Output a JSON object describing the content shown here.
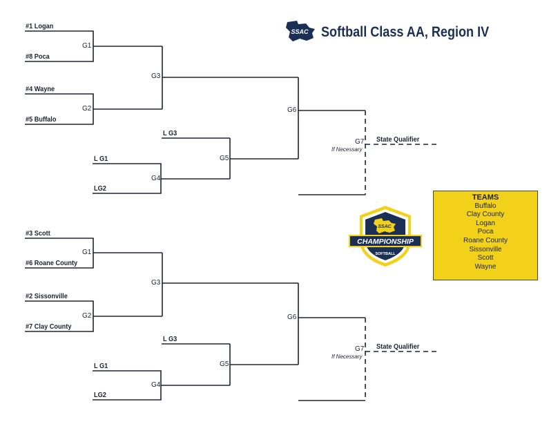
{
  "title": "Softball Class AA, Region IV",
  "logo": {
    "text": "SSAC"
  },
  "badge": {
    "logo_text": "SSAC",
    "banner": "CHAMPIONSHIP",
    "sport": "SOFTBALL"
  },
  "brackets": [
    {
      "seeds": {
        "s1": "#1 Logan",
        "s8": "#8 Poca",
        "s4": "#4 Wayne",
        "s5": "#5 Buffalo"
      },
      "losers": {
        "lg3": "L G3",
        "lg1": "L G1",
        "lg2": "LG2"
      },
      "games": {
        "g1": "G1",
        "g2": "G2",
        "g3": "G3",
        "g4": "G4",
        "g5": "G5",
        "g6": "G6",
        "g7": "G7"
      },
      "if_necessary": "If Necessary",
      "qualifier": "State Qualifier"
    },
    {
      "seeds": {
        "s1": "#3 Scott",
        "s8": "#6 Roane County",
        "s4": "#2 Sissonville",
        "s5": "#7 Clay County"
      },
      "losers": {
        "lg3": "L G3",
        "lg1": "L G1",
        "lg2": "LG2"
      },
      "games": {
        "g1": "G1",
        "g2": "G2",
        "g3": "G3",
        "g4": "G4",
        "g5": "G5",
        "g6": "G6",
        "g7": "G7"
      },
      "if_necessary": "If Necessary",
      "qualifier": "State Qualifier"
    }
  ],
  "teams": {
    "heading": "TEAMS",
    "list": [
      "Buffalo",
      "Clay County",
      "Logan",
      "Poca",
      "Roane County",
      "Sissonville",
      "Scott",
      "Wayne"
    ]
  },
  "colors": {
    "navy": "#1b2f55",
    "gold": "#f2d11b",
    "line": "#1c2230"
  }
}
